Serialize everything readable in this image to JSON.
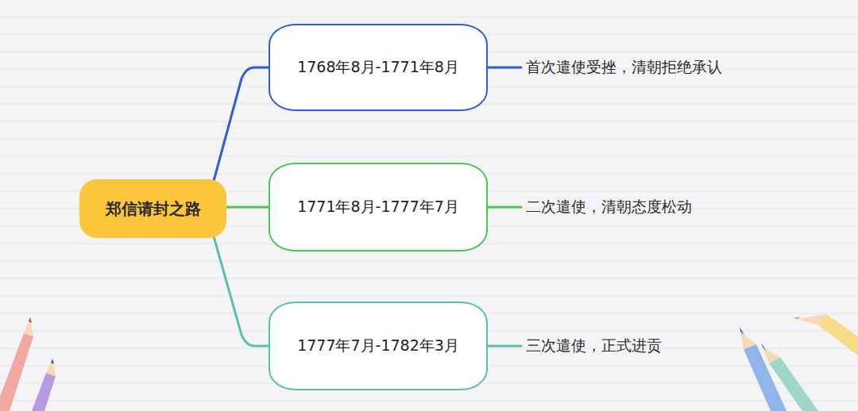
{
  "diagram": {
    "nodes": [
      {
        "text": [
          "郑信请封之路"
        ]
      },
      {
        "text": [
          "1768年8月-1771年8月"
        ]
      },
      {
        "text": [
          "首次遣使受挫，清朝拒绝承认"
        ]
      },
      {
        "text": [
          "1771年8月-1777年7月"
        ]
      },
      {
        "text": [
          "二次遣使，清朝态度松动"
        ]
      },
      {
        "text": [
          "1777年7月-1782年3月"
        ]
      },
      {
        "text": [
          "三次遣使，正式进贡"
        ]
      }
    ],
    "edges": [
      {
        "from": 0,
        "to": 1,
        "arrow": "none"
      },
      {
        "from": 0,
        "to": 3,
        "arrow": "none"
      },
      {
        "from": 0,
        "to": 5,
        "arrow": "none"
      },
      {
        "from": 1,
        "to": 2,
        "arrow": "none"
      },
      {
        "from": 3,
        "to": 4,
        "arrow": "none"
      },
      {
        "from": 5,
        "to": 6,
        "arrow": "none"
      }
    ]
  }
}
